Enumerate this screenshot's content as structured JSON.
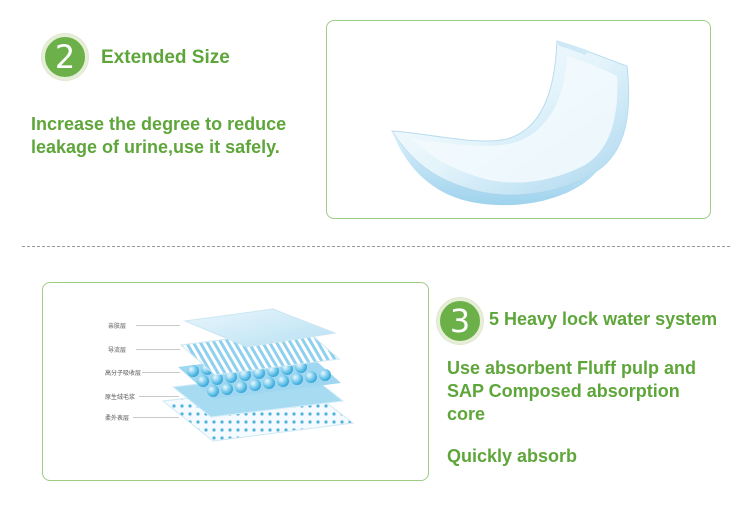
{
  "section2": {
    "number": "2",
    "title": "Extended Size",
    "description_line1": "Increase the degree to reduce",
    "description_line2": "leakage of urine,use it safely."
  },
  "section3": {
    "number": "3",
    "title": "5 Heavy lock water system",
    "description_line1": "Use absorbent Fluff pulp and",
    "description_line2": "SAP Composed absorption",
    "description_line3": "core",
    "feature": "Quickly absorb"
  },
  "layers": [
    {
      "label": "亲肤层"
    },
    {
      "label": "导流层"
    },
    {
      "label": "高分子吸收层"
    },
    {
      "label": "原生绒毛浆"
    },
    {
      "label": "柔外表层"
    }
  ],
  "colors": {
    "accent_green": "#5ea63a",
    "badge_green": "#6cb04a",
    "panel_border": "#9ccc86",
    "product_blue": "#bfe3f5"
  }
}
